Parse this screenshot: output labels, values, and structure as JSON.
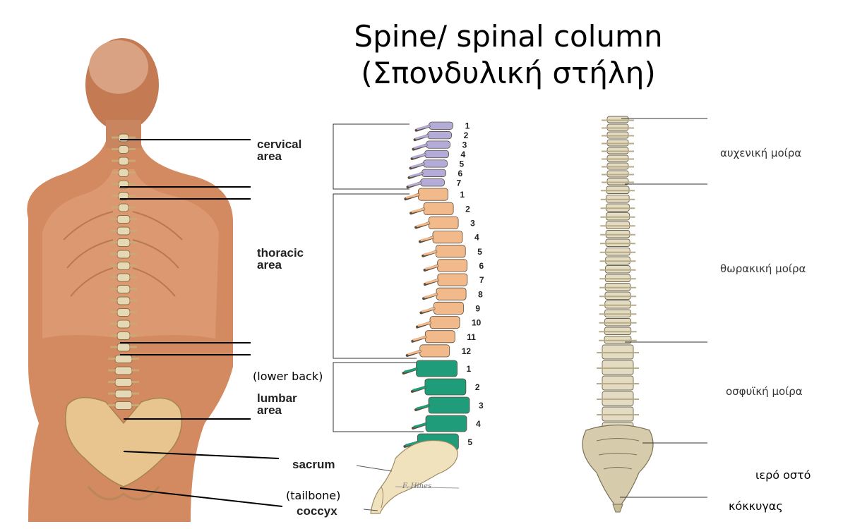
{
  "title": {
    "line1": "Spine/ spinal column",
    "line2": "(Σπονδυλική στήλη)"
  },
  "regions": {
    "cervical": [
      "cervical",
      "area"
    ],
    "thoracic": [
      "thoracic",
      "area"
    ],
    "lumbar": [
      "lumbar",
      "area"
    ],
    "sacrum": "sacrum",
    "coccyx": "coccyx"
  },
  "notes": {
    "lower_back": "(lower back)",
    "tailbone": "(tailbone)"
  },
  "numbering": {
    "cervical": [
      "1",
      "2",
      "3",
      "4",
      "5",
      "6",
      "7"
    ],
    "thoracic": [
      "1",
      "2",
      "3",
      "4",
      "5",
      "6",
      "7",
      "8",
      "9",
      "10",
      "11",
      "12"
    ],
    "lumbar": [
      "1",
      "2",
      "3",
      "4",
      "5"
    ]
  },
  "greek_labels": {
    "cervical": "αυχενική μοίρα",
    "thoracic": "θωρακική μοίρα",
    "lumbar": "οσφυϊκή μοίρα",
    "sacrum": "ιερό οστό",
    "coccyx": "κόκκυγας"
  },
  "signature": "F. Hines",
  "colors": {
    "cervical": "#b3acd8",
    "thoracic": "#f2b98a",
    "lumbar": "#1f9c7a",
    "sacrum": "#f0e2bd",
    "skin": "#d9926a",
    "bone": "#e6d8b4"
  }
}
